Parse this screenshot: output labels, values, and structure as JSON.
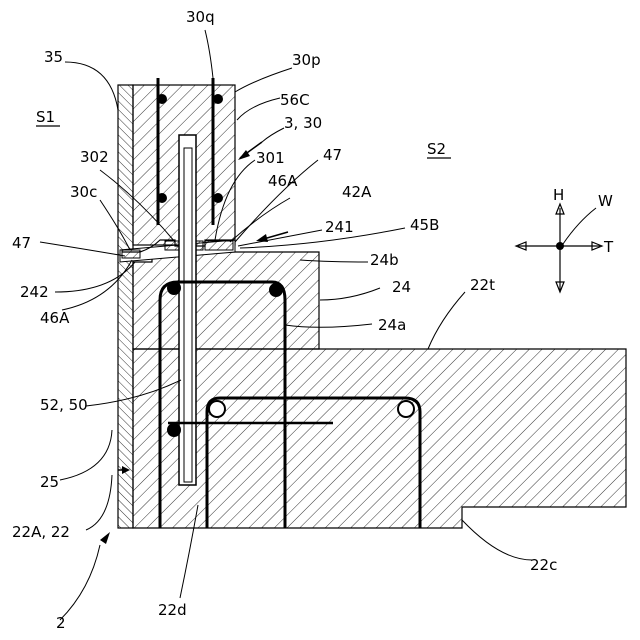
{
  "labels": {
    "l_30q": "30q",
    "l_30p": "30p",
    "l_35": "35",
    "l_56c": "56C",
    "l_3_30": "3, 30",
    "l_s1": "S1",
    "l_s2": "S2",
    "l_302": "302",
    "l_301": "301",
    "l_47a": "47",
    "l_47b": "47",
    "l_46a_top": "46A",
    "l_46a_bot": "46A",
    "l_42a": "42A",
    "l_30c": "30c",
    "l_241": "241",
    "l_45b": "45B",
    "l_242": "242",
    "l_24b": "24b",
    "l_24": "24",
    "l_24a": "24a",
    "l_22t": "22t",
    "l_52_50": "52, 50",
    "l_25": "25",
    "l_22a_22": "22A, 22",
    "l_2": "2",
    "l_22d": "22d",
    "l_22c": "22c",
    "axis_h": "H",
    "axis_t": "T",
    "axis_w": "W"
  }
}
